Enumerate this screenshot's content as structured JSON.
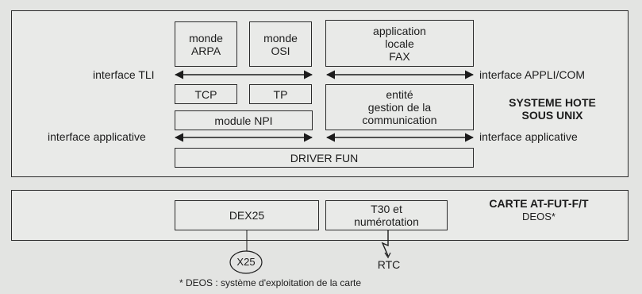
{
  "host": {
    "boxes": {
      "monde_arpa": "monde\nARPA",
      "monde_osi": "monde\nOSI",
      "application": "application\nlocale\nFAX",
      "tcp": "TCP",
      "tp": "TP",
      "module_npi": "module NPI",
      "entite": "entité\ngestion de la\ncommunication",
      "driver_fun": "DRIVER FUN"
    },
    "labels": {
      "interface_tli": "interface TLI",
      "interface_appli_com": "interface APPLI/COM",
      "interface_applicative_left": "interface applicative",
      "interface_applicative_right": "interface applicative",
      "system_title_line1": "SYSTEME HOTE",
      "system_title_line2": "SOUS UNIX"
    }
  },
  "card": {
    "boxes": {
      "dex25": "DEX25",
      "t30": "T30 et\nnumérotation"
    },
    "labels": {
      "card_title": "CARTE AT-FUT-F/T",
      "card_subtitle": "DEOS*"
    }
  },
  "links": {
    "x25": "X25",
    "rtc": "RTC"
  },
  "footnote": "* DEOS : système d'exploitation de la carte"
}
